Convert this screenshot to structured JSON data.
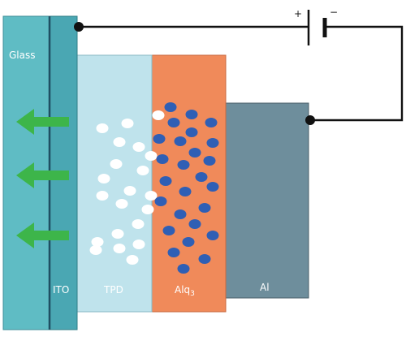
{
  "layers": {
    "glass": {
      "label": "Glass",
      "color": "#5fbcc4"
    },
    "ito": {
      "label": "ITO",
      "color": "#4aa7b3"
    },
    "tpd": {
      "label": "TPD",
      "color": "#bfe3ec"
    },
    "alq": {
      "label": "Alq",
      "subscript": "3",
      "color": "#f08a5a"
    },
    "al": {
      "label": "Al",
      "color": "#6e8e9c"
    }
  },
  "battery": {
    "plus": "+",
    "minus": "−"
  },
  "colors": {
    "hole": "#ffffff",
    "electron": "#2f5fb5",
    "light_arrow": "#3db54a",
    "wire": "#111111"
  }
}
